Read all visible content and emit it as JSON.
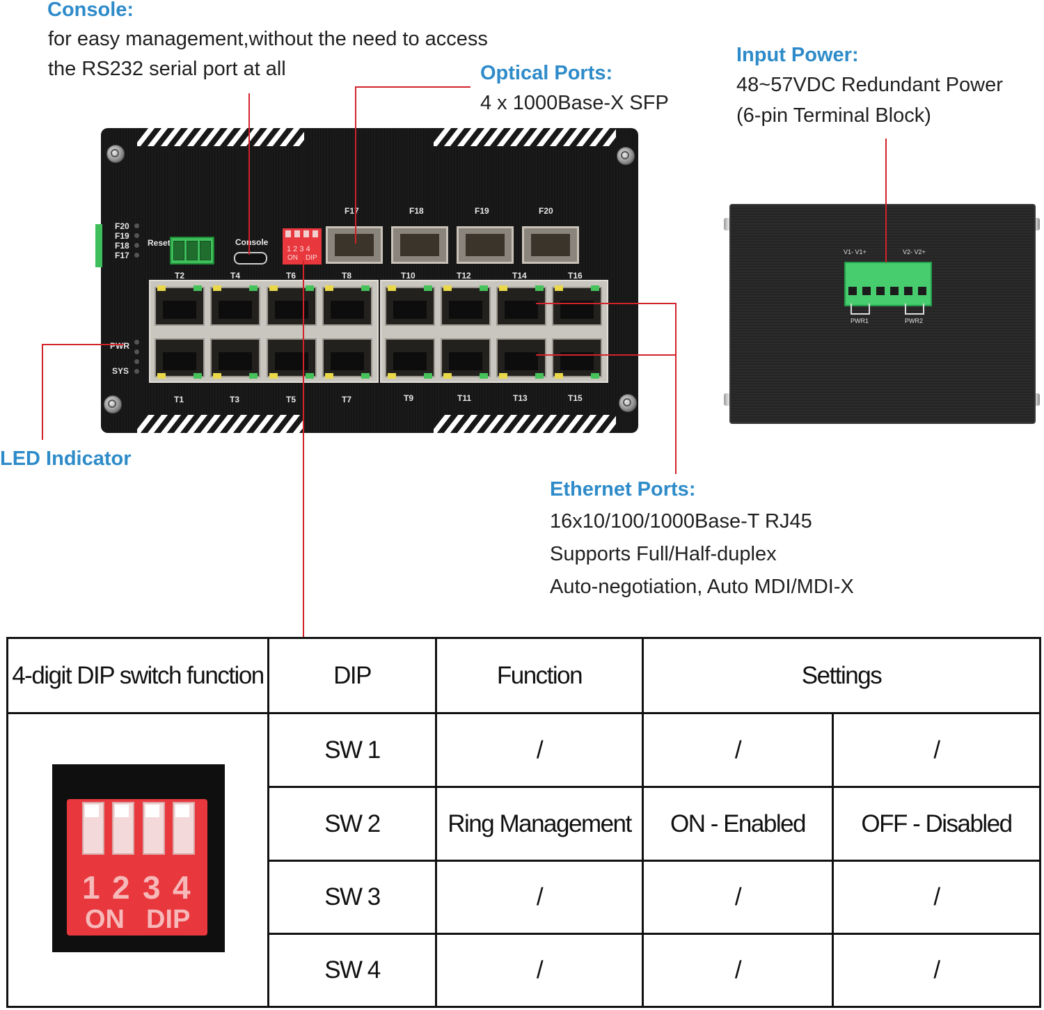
{
  "console": {
    "title": "Console:",
    "line1": "for easy management,without the need to access",
    "line2": "the RS232 serial port at all"
  },
  "optical": {
    "title": "Optical Ports:",
    "line1": "4 x 1000Base-X SFP"
  },
  "power": {
    "title": "Input Power:",
    "line1": "48~57VDC Redundant Power",
    "line2": "(6-pin Terminal Block)"
  },
  "led": {
    "title": "LED Indicator"
  },
  "ethernet": {
    "title": "Ethernet Ports:",
    "line1": "16x10/100/1000Base-T RJ45",
    "line2": "Supports Full/Half-duplex",
    "line3": "Auto-negotiation, Auto MDI/MDI-X"
  },
  "device": {
    "side_leds": [
      "F20",
      "F19",
      "F18",
      "F17"
    ],
    "reset": "Reset",
    "console": "Console",
    "dip_nums": "1 2 3 4",
    "dip_on": "ON",
    "dip_dip": "DIP",
    "sfp_labels": [
      "F17",
      "F18",
      "F19",
      "F20"
    ],
    "top_labels": [
      "T2",
      "T4",
      "T6",
      "T8",
      "T10",
      "T12",
      "T14",
      "T16"
    ],
    "bottom_labels": [
      "T1",
      "T3",
      "T5",
      "T7",
      "T9",
      "T11",
      "T13",
      "T15"
    ],
    "pwr": "PWR",
    "sys": "SYS",
    "rear_v1": "V1- V1+",
    "rear_v2": "V2- V2+",
    "rear_pwr1": "PWR1",
    "rear_pwr2": "PWR2"
  },
  "table": {
    "header": {
      "c1": "4-digit DIP switch function",
      "c2": "DIP",
      "c3": "Function",
      "c4": "Settings"
    },
    "rows": [
      {
        "dip": "SW 1",
        "function": "/",
        "on": "/",
        "off": "/"
      },
      {
        "dip": "SW 2",
        "function": "Ring Management",
        "on": "ON - Enabled",
        "off": "OFF - Disabled"
      },
      {
        "dip": "SW 3",
        "function": "/",
        "on": "/",
        "off": "/"
      },
      {
        "dip": "SW 4",
        "function": "/",
        "on": "/",
        "off": "/"
      }
    ],
    "dip_photo": {
      "nums": [
        "1",
        "2",
        "3",
        "4"
      ],
      "on": "ON",
      "dip": "DIP"
    }
  },
  "colors": {
    "title_blue": "#2e8bc9",
    "callout_red": "#d2232a"
  }
}
